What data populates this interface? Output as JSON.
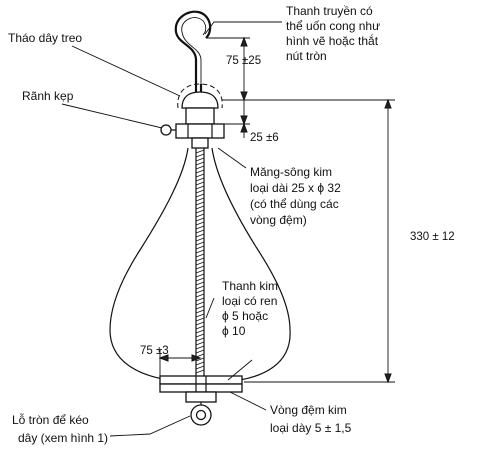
{
  "labels": {
    "detach_hanger": "Tháo dây treo",
    "groove": "Rãnh kẹp",
    "rod_note": [
      "Thanh truyền có",
      "thể uốn cong như",
      "hình vẽ hoặc thắt",
      "nút tròn"
    ],
    "sleeve_note": [
      "Măng-sông  kim",
      "loại dài 25 x ϕ 32",
      "(có thể dùng các",
      "vòng đệm)"
    ],
    "threaded_rod_note": [
      "Thanh kim",
      "loại có ren",
      "ϕ  5  hoặc",
      "ϕ 10"
    ],
    "washer_note": [
      "Vòng  đệm  kim",
      "loại dày 5 ± 1,5"
    ],
    "ring_note": [
      "Lỗ tròn để kéo",
      "dây (xem hình 1)"
    ]
  },
  "dimensions": {
    "hook_height": "75 ±25",
    "sleeve_offset": "25 ±6",
    "total_height": "330 ± 12",
    "base_width": "75 ±3"
  }
}
